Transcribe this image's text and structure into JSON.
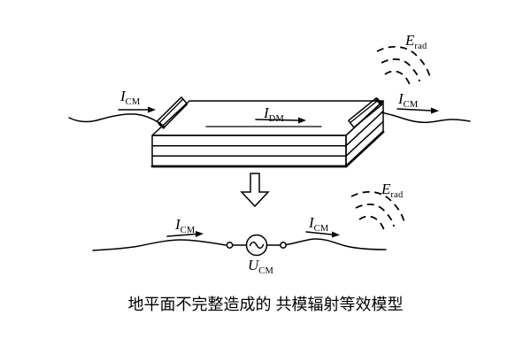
{
  "figure": {
    "caption": "地平面不完整造成的 共模辐射等效模型"
  },
  "labels": {
    "icm": {
      "main": "I",
      "sub": "CM"
    },
    "idm": {
      "main": "I",
      "sub": "DM"
    },
    "erad": {
      "main": "E",
      "sub": "rad"
    },
    "ucm": {
      "main": "U",
      "sub": "CM"
    }
  },
  "colors": {
    "ink": "#000000",
    "background": "#ffffff"
  }
}
